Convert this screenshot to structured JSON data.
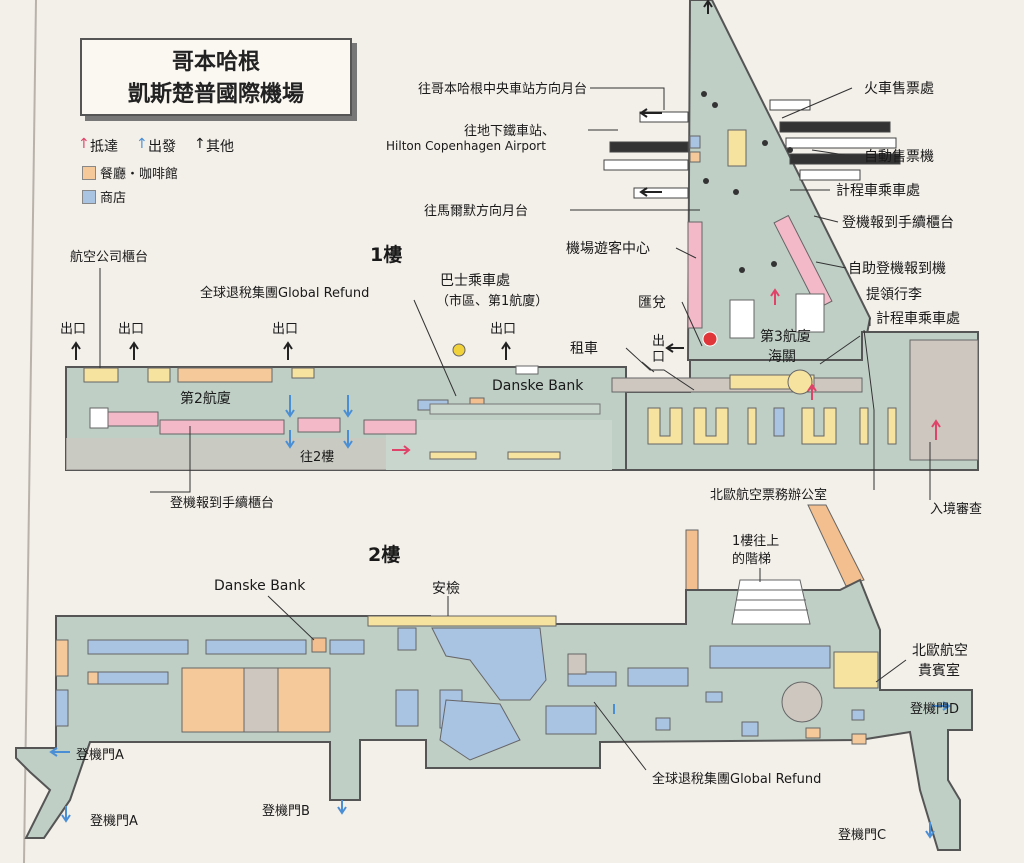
{
  "title": {
    "line1": "哥本哈根",
    "line2": "凱斯楚普國際機場"
  },
  "legend": {
    "arrival": "抵達",
    "departure": "出發",
    "other": "其他",
    "restaurant": "餐廳・咖啡館",
    "shop": "商店",
    "arrival_color": "#e0436a",
    "departure_color": "#4a8fd6",
    "other_color": "#222222",
    "restaurant_color": "#f5c99a",
    "shop_color": "#a9c3e3"
  },
  "colors": {
    "floor_fill": "#bfcfc6",
    "floor_outline": "#555555",
    "pink_counter": "#f3b9c8",
    "yellow_area": "#f6e3a0",
    "gray_area": "#cdc7c0",
    "orange_area": "#f3bf8e"
  },
  "floor1": {
    "label": "1樓",
    "labels": {
      "platform_central": "往哥本哈根中央車站方向月台",
      "metro_station": "往地下鐵車站、",
      "hilton": "Hilton Copenhagen Airport",
      "platform_malmo": "往馬爾默方向月台",
      "train_tickets": "火車售票處",
      "ticket_machines": "自動售票機",
      "taxi_top": "計程車乘車處",
      "checkin_top": "登機報到手續櫃台",
      "self_checkin": "自助登機報到機",
      "baggage": "提領行李",
      "taxi_right": "計程車乘車處",
      "visitor_center": "機場遊客中心",
      "exchange": "匯兌",
      "exit_small": "出",
      "exit_small2": "口",
      "terminal3_customs": "第3航廈",
      "customs": "海關",
      "rental_car": "租車",
      "bus_stop": "巴士乘車處",
      "bus_stop_sub": "（市區、第1航廈）",
      "danske_bank": "Danske Bank",
      "global_refund": "全球退稅集團Global Refund",
      "airline_counter": "航空公司櫃台",
      "exit": "出口",
      "terminal2": "第2航廈",
      "to_floor2": "往2樓",
      "checkin_bottom": "登機報到手續櫃台",
      "sas_ticket_office": "北歐航空票務辦公室",
      "immigration": "入境審查"
    }
  },
  "floor2": {
    "label": "2樓",
    "labels": {
      "stairs": "1樓往上",
      "stairs2": "的階梯",
      "danske_bank": "Danske Bank",
      "security": "安檢",
      "sas_lounge": "北歐航空",
      "sas_lounge2": "貴賓室",
      "gate_a_left": "登機門A",
      "gate_a_bottom": "登機門A",
      "gate_b": "登機門B",
      "gate_c": "登機門C",
      "gate_d": "登機門D",
      "global_refund": "全球退稅集團Global Refund"
    }
  }
}
